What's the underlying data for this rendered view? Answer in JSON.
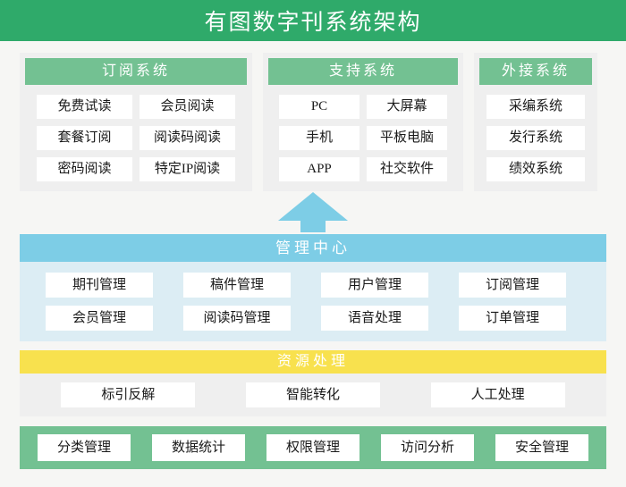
{
  "title": "有图数字刊系统架构",
  "colors": {
    "title_bar": "#2faa6a",
    "panel_header": "#73c192",
    "panel_body": "#efefef",
    "management_header": "#7dcde6",
    "management_body": "#dcedf4",
    "resource_header": "#f8e14e",
    "bottom_bar": "#73c192",
    "cell": "#ffffff",
    "page_background": "#f6f6f4"
  },
  "top_panels": [
    {
      "header": "订阅系统",
      "items": [
        "免费试读",
        "会员阅读",
        "套餐订阅",
        "阅读码阅读",
        "密码阅读",
        "特定IP阅读"
      ]
    },
    {
      "header": "支持系统",
      "items": [
        "PC",
        "大屏幕",
        "手机",
        "平板电脑",
        "APP",
        "社交软件"
      ]
    },
    {
      "header": "外接系统",
      "items": [
        "采编系统",
        "发行系统",
        "绩效系统"
      ]
    }
  ],
  "arrow": {
    "name": "up-arrow",
    "color": "#7dcde6"
  },
  "management_center": {
    "header": "管理中心",
    "items": [
      "期刊管理",
      "稿件管理",
      "用户管理",
      "订阅管理",
      "会员管理",
      "阅读码管理",
      "语音处理",
      "订单管理"
    ]
  },
  "resource_processing": {
    "header": "资源处理",
    "items": [
      "标引反解",
      "智能转化",
      "人工处理"
    ]
  },
  "bottom_bar": {
    "items": [
      "分类管理",
      "数据统计",
      "权限管理",
      "访问分析",
      "安全管理"
    ]
  }
}
